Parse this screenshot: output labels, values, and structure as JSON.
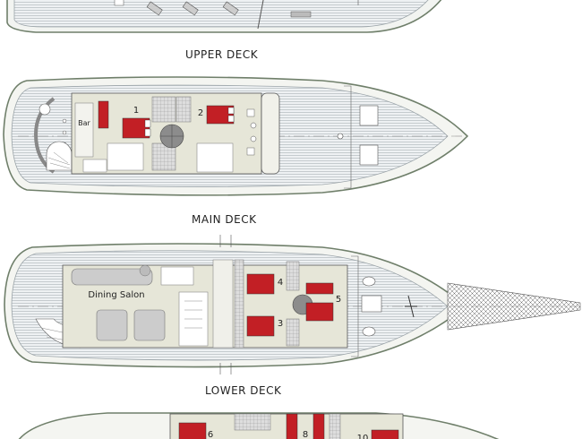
{
  "decks": {
    "upper": {
      "label": "UPPER DECK"
    },
    "main": {
      "label": "MAIN DECK",
      "bar_label": "Bar",
      "cabins": [
        "1",
        "2"
      ]
    },
    "lower": {
      "label": "LOWER DECK",
      "salon_label": "Dining Salon",
      "cabins": [
        "4",
        "5",
        "3"
      ]
    },
    "bottom": {
      "cabins": [
        "6",
        "8",
        "10"
      ]
    }
  },
  "colors": {
    "hull_outline": "#6f7f6a",
    "deck_wood": "#e8ecef",
    "cabin_floor": "#e6e6d8",
    "bed": "#c21f25",
    "teak_lines": "#9aa3a8"
  }
}
